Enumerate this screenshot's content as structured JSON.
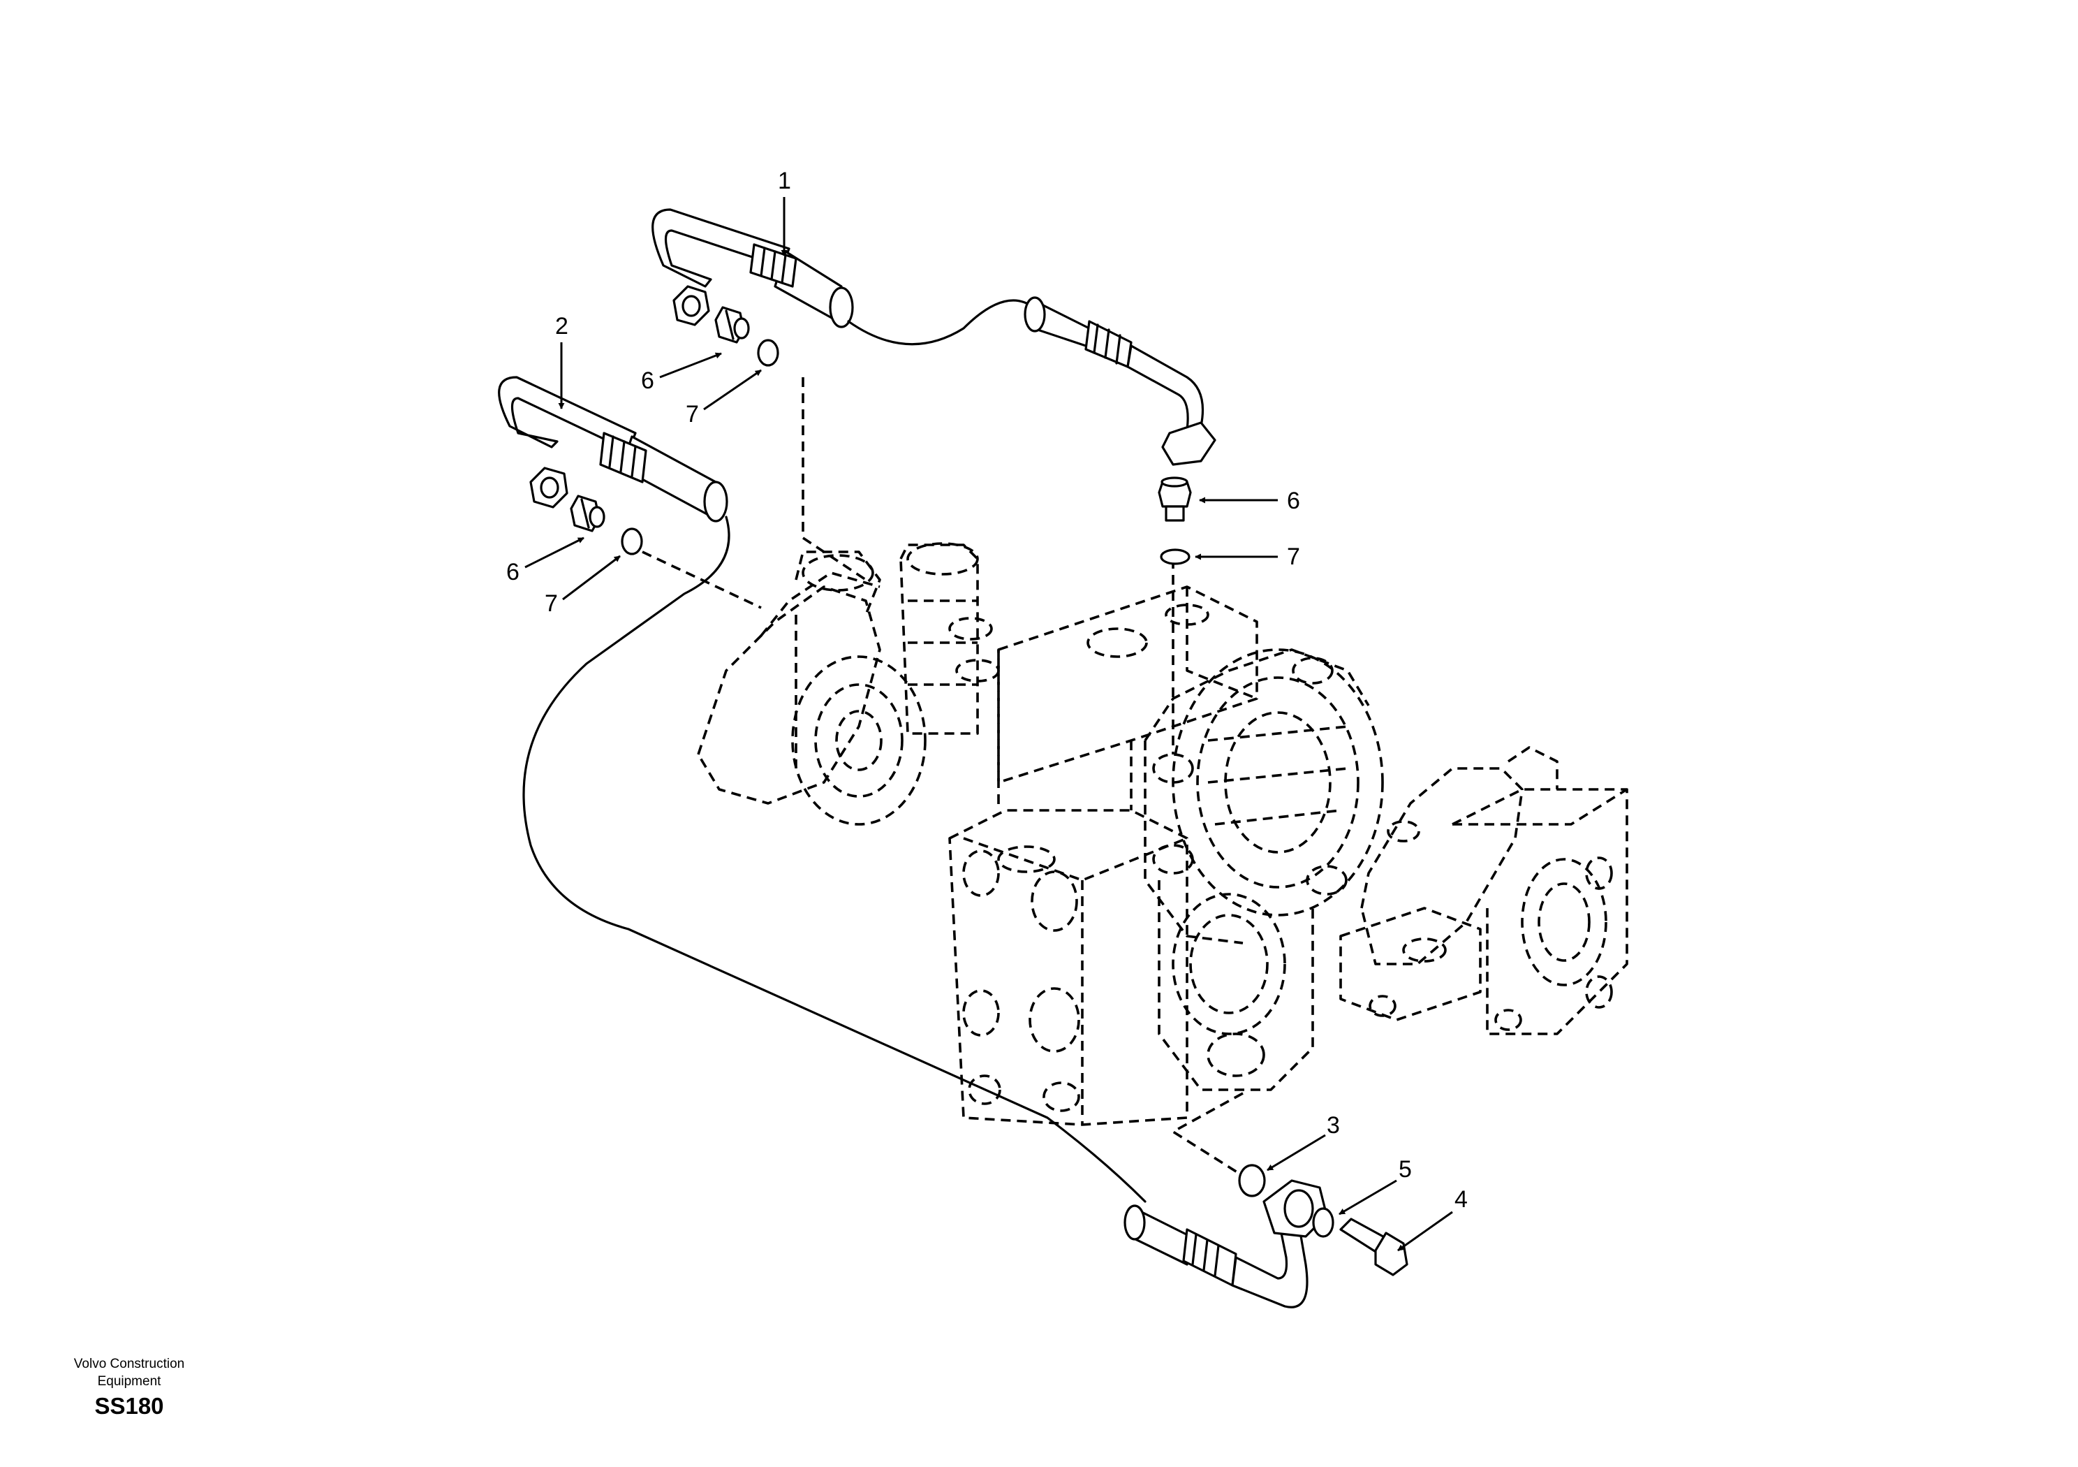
{
  "diagram": {
    "callouts": {
      "c1": "1",
      "c2": "2",
      "c3": "3",
      "c4": "4",
      "c5": "5",
      "c6a": "6",
      "c6b": "6",
      "c6c": "6",
      "c7a": "7",
      "c7b": "7",
      "c7c": "7"
    }
  },
  "footer": {
    "company_line1": "Volvo Construction",
    "company_line2": "Equipment",
    "figure_code": "SS180"
  }
}
